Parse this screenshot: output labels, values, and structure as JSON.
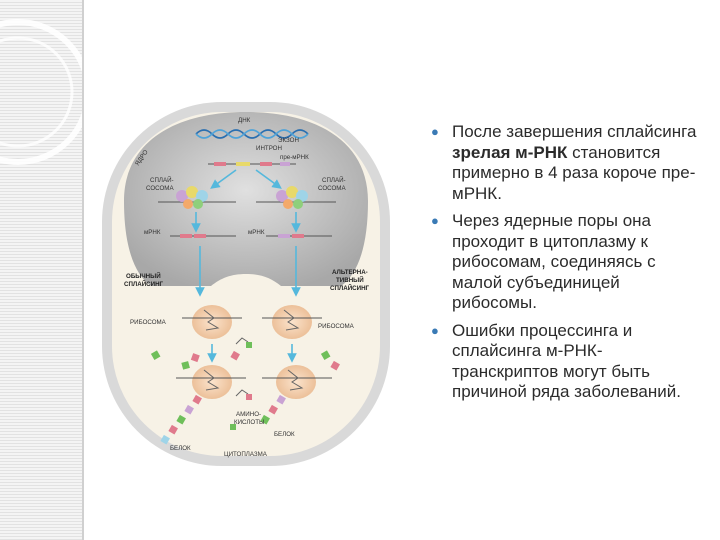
{
  "diagram": {
    "labels": {
      "dna": "ДНК",
      "nucleus": "ЯДРО",
      "intron": "ИНТРОН",
      "exon": "ЭКЗОН",
      "pre_mrna": "пре-мРНК",
      "spliceosome_left_1": "СПЛАЙ-",
      "spliceosome_left_2": "СОСОМА",
      "spliceosome_right_1": "СПЛАЙ-",
      "spliceosome_right_2": "СОСОМА",
      "mrna_left": "мРНК",
      "mrna_right": "мРНК",
      "normal_splicing_1": "ОБЫЧНЫЙ",
      "normal_splicing_2": "СПЛАЙСИНГ",
      "alt_splicing_1": "АЛЬТЕРНА-",
      "alt_splicing_2": "ТИВНЫЙ",
      "alt_splicing_3": "СПЛАЙСИНГ",
      "ribosome_left": "РИБОСОМА",
      "ribosome_right": "РИБОСОМА",
      "amino_acids_1": "АМИНО-",
      "amino_acids_2": "КИСЛОТЫ",
      "protein_left": "БЕЛОК",
      "protein_right": "БЕЛОК",
      "cytoplasm": "ЦИТОПЛАЗМА"
    }
  },
  "bullets": [
    {
      "pre": "После завершения сплайсинга ",
      "bold": "зрелая м-РНК",
      "post": " становится примерно в 4 раза короче пре-мРНК."
    },
    {
      "pre": "Через ядерные поры она проходит в цитоплазму к рибосомам, соединяясь с малой субъединицей рибосомы.",
      "bold": "",
      "post": ""
    },
    {
      "pre": "Ошибки процессинга и сплайсинга м-РНК-транскриптов могут быть причиной ряда заболеваний.",
      "bold": "",
      "post": ""
    }
  ],
  "colors": {
    "accent": "#3a7ab5",
    "arrow": "#55b8dc",
    "cell_outer": "#d4d4d4",
    "nucleus": "#b3b3b3",
    "ribosome": "#f0c9a3",
    "exon_pink": "#e07a8c",
    "protein_green": "#6fbf5a"
  }
}
